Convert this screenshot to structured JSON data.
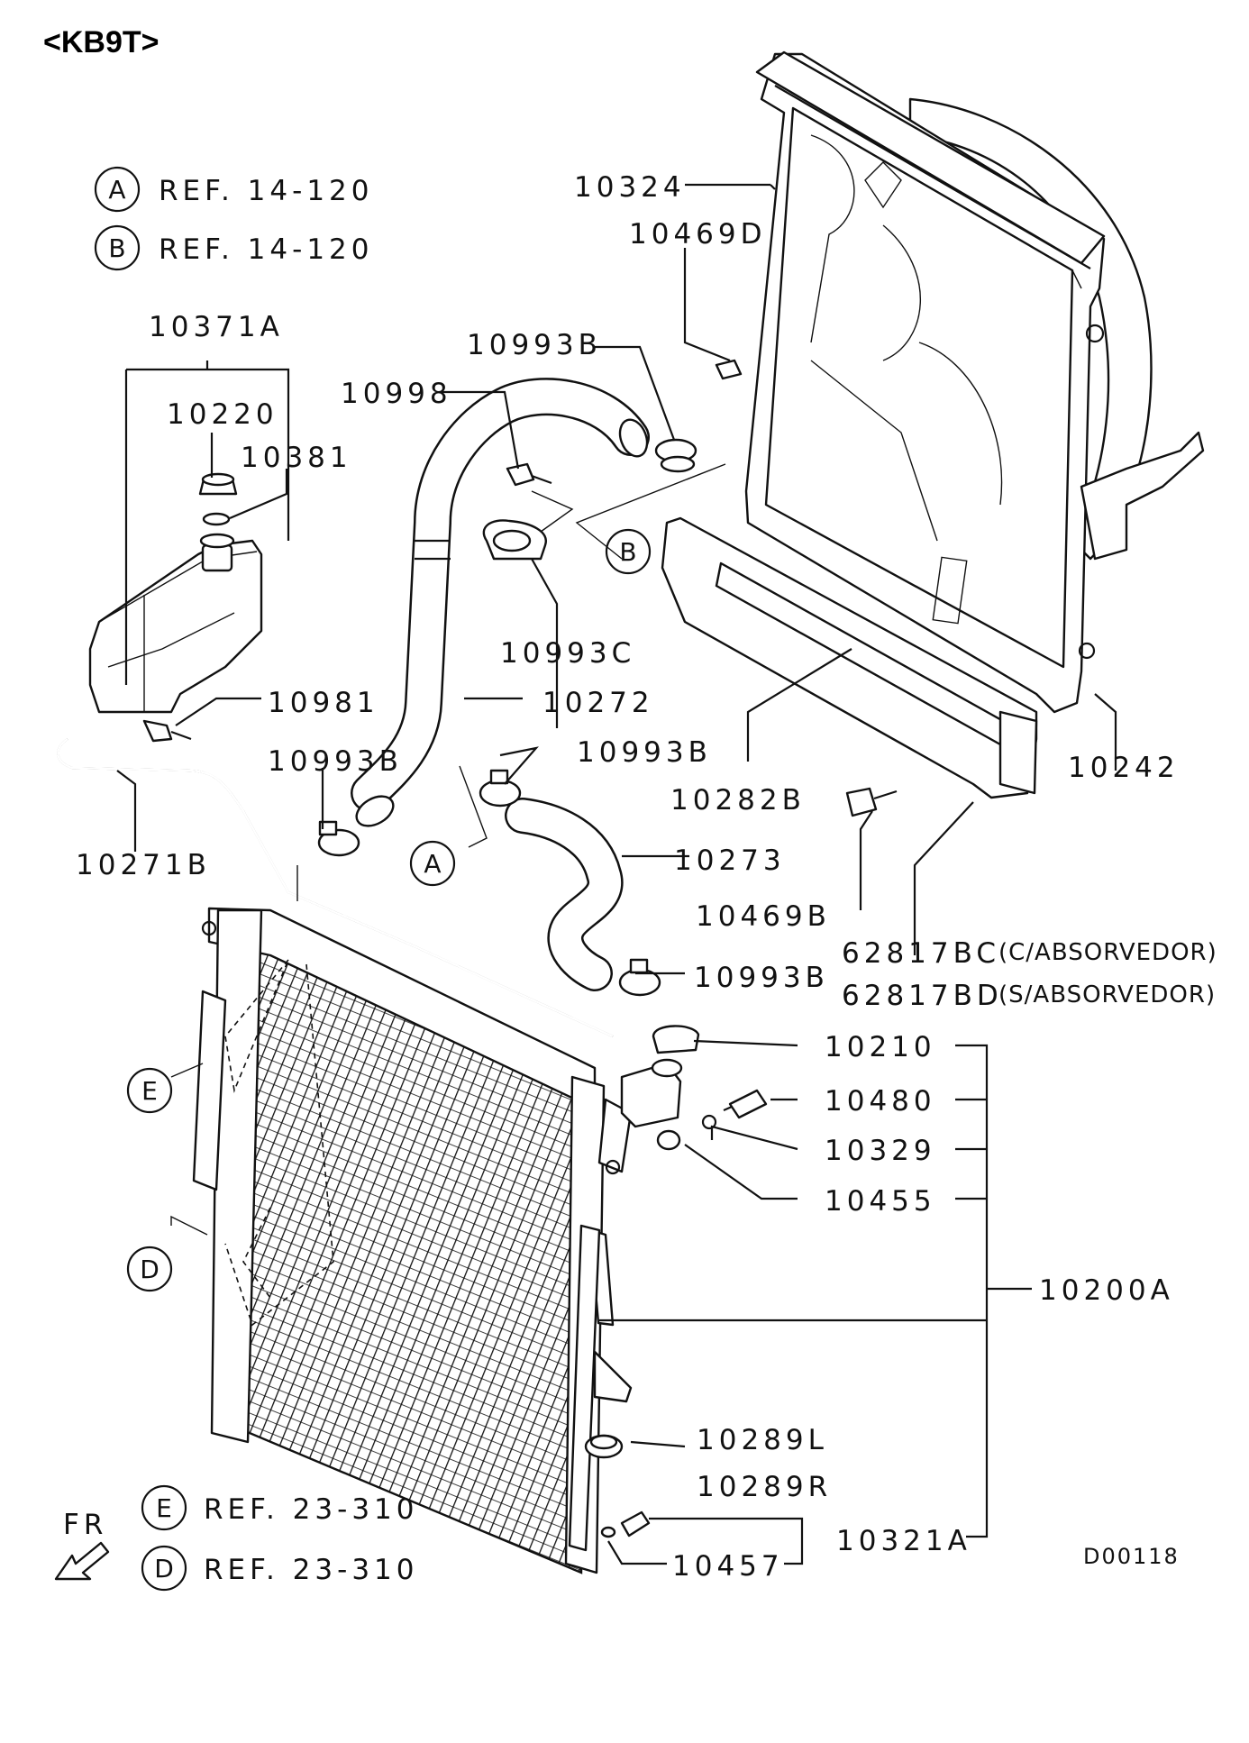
{
  "header": {
    "model_code": "<KB9T>"
  },
  "diagram_code": "D00118",
  "references": [
    {
      "letter": "A",
      "text": "REF. 14-120"
    },
    {
      "letter": "B",
      "text": "REF. 14-120"
    },
    {
      "letter": "E",
      "text": "REF. 23-310"
    },
    {
      "letter": "D",
      "text": "REF. 23-310"
    }
  ],
  "direction_label": "FR",
  "callouts": {
    "A": "A",
    "B": "B",
    "D": "D",
    "E": "E"
  },
  "parts": {
    "p10324": "10324",
    "p10469D": "10469D",
    "p10993B_top": "10993B",
    "p10998": "10998",
    "p10993C": "10993C",
    "p10371A": "10371A",
    "p10220": "10220",
    "p10381": "10381",
    "p10981": "10981",
    "p10271B": "10271B",
    "p10993B_left": "10993B",
    "p10272": "10272",
    "p10993B_mid": "10993B",
    "p10273": "10273",
    "p10993B_low": "10993B",
    "p10282B": "10282B",
    "p10242": "10242",
    "p10469B": "10469B",
    "p62817BC": "62817BC",
    "p62817BC_note": "(C/ABSORVEDOR)",
    "p62817BD": "62817BD",
    "p62817BD_note": "(S/ABSORVEDOR)",
    "p10210": "10210",
    "p10480": "10480",
    "p10329": "10329",
    "p10455": "10455",
    "p10200A": "10200A",
    "p10289L": "10289L",
    "p10289R": "10289R",
    "p10457": "10457",
    "p10321A": "10321A"
  }
}
